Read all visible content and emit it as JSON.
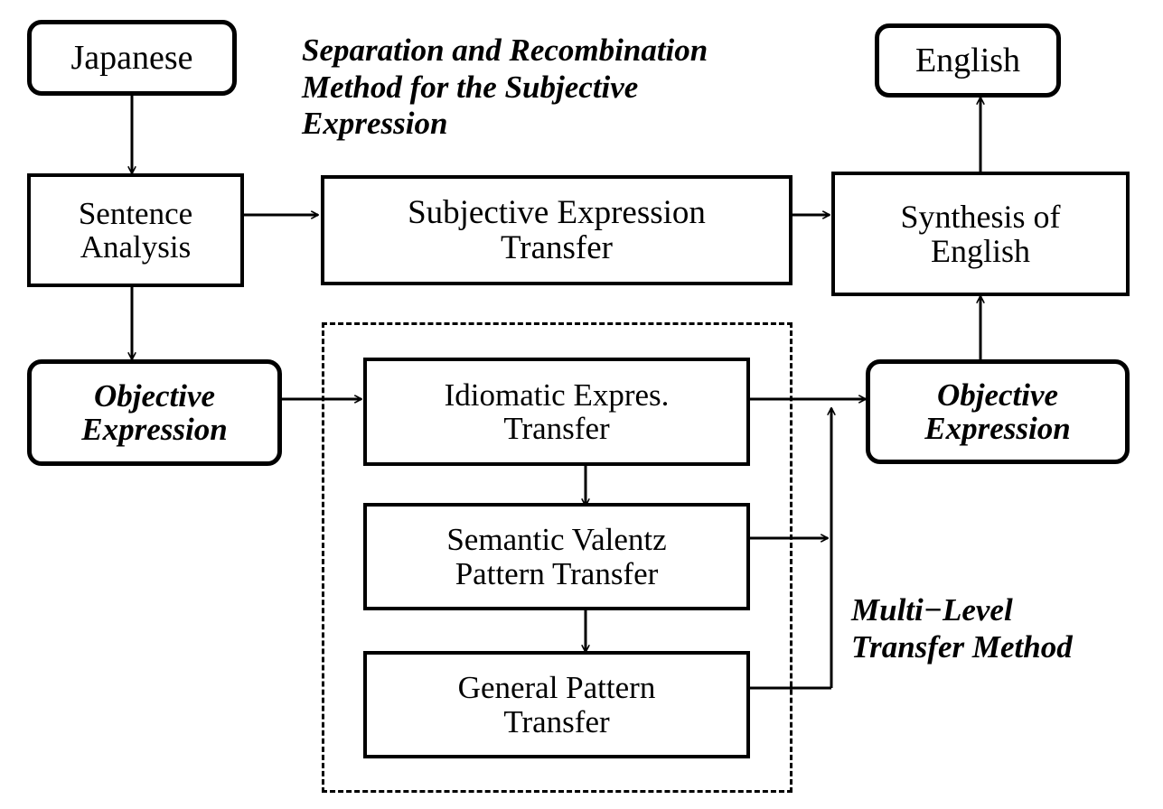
{
  "diagram": {
    "title_caption": "Separation and Recombination\nMethod for the Subjective\nExpression",
    "secondary_caption": "Multi−Level\nTransfer Method",
    "ink_color": "#000000",
    "background_color": "#ffffff"
  },
  "nodes": {
    "japanese": "Japanese",
    "sentence_analysis": "Sentence\nAnalysis",
    "subjective_expression_transfer": "Subjective  Expression\nTransfer",
    "synthesis_of_english": "Synthesis of\nEnglish",
    "english": "English",
    "objective_expression_source": "Objective\nExpression",
    "objective_expression_target": "Objective\nExpression",
    "idiomatic_expres_transfer": "Idiomatic  Expres.\nTransfer",
    "semantic_valentz_pattern_transfer": "Semantic  Valentz\nPattern Transfer",
    "general_pattern_transfer": "General  Pattern\nTransfer"
  },
  "edges": [
    {
      "from": "japanese",
      "to": "sentence-analysis",
      "direction": "down"
    },
    {
      "from": "sentence-analysis",
      "to": "subjective-expression-transfer",
      "direction": "right"
    },
    {
      "from": "sentence-analysis",
      "to": "objective-expression-source",
      "direction": "down"
    },
    {
      "from": "subjective-expression-transfer",
      "to": "synthesis-of-english",
      "direction": "right"
    },
    {
      "from": "synthesis-of-english",
      "to": "english",
      "direction": "up"
    },
    {
      "from": "objective-expression-source",
      "to": "idiomatic-expres-transfer",
      "direction": "right"
    },
    {
      "from": "idiomatic-expres-transfer",
      "to": "semantic-valentz-pattern-transfer",
      "direction": "down"
    },
    {
      "from": "semantic-valentz-pattern-transfer",
      "to": "general-pattern-transfer",
      "direction": "down"
    },
    {
      "from": "idiomatic-expres-transfer",
      "to": "merge-bus",
      "direction": "right"
    },
    {
      "from": "semantic-valentz-pattern-transfer",
      "to": "merge-bus",
      "direction": "right"
    },
    {
      "from": "general-pattern-transfer",
      "to": "merge-bus",
      "direction": "right"
    },
    {
      "from": "merge-bus",
      "to": "objective-expression-target",
      "direction": "right"
    },
    {
      "from": "objective-expression-target",
      "to": "synthesis-of-english",
      "direction": "up"
    }
  ]
}
